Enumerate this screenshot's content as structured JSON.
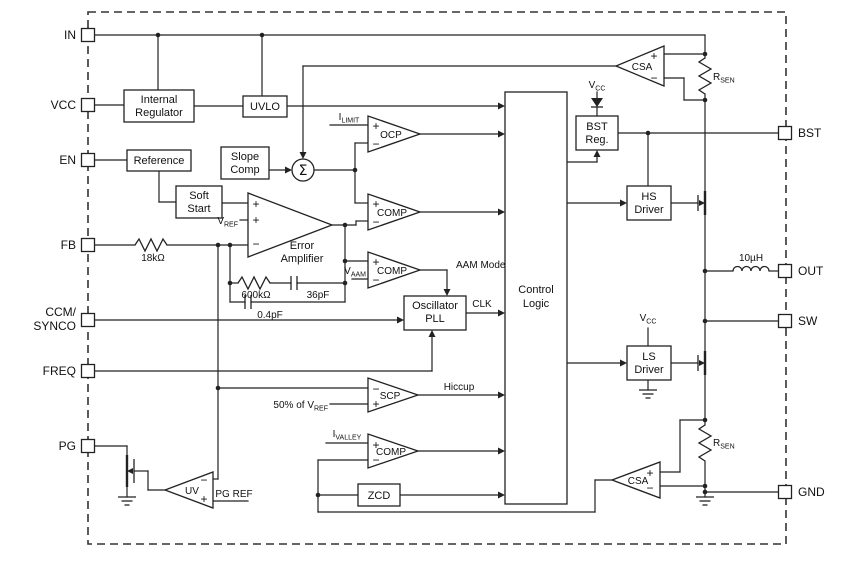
{
  "title": "DC-DC converter functional block diagram",
  "signs": {
    "plus": "+",
    "minus": "−"
  },
  "pins": {
    "left": [
      {
        "label": "IN"
      },
      {
        "label": "VCC"
      },
      {
        "label": "EN"
      },
      {
        "label": "FB"
      },
      {
        "label_line1": "CCM/",
        "label_line2": "SYNCO"
      },
      {
        "label": "FREQ"
      },
      {
        "label": "PG"
      }
    ],
    "right": [
      {
        "label": "BST"
      },
      {
        "label": "OUT"
      },
      {
        "label": "SW"
      },
      {
        "label": "GND"
      }
    ]
  },
  "blocks": {
    "internal_regulator": {
      "line1": "Internal",
      "line2": "Regulator"
    },
    "uvlo": {
      "label": "UVLO"
    },
    "reference": {
      "label": "Reference"
    },
    "slope_comp": {
      "line1": "Slope",
      "line2": "Comp"
    },
    "soft_start": {
      "line1": "Soft",
      "line2": "Start"
    },
    "error_amplifier": {
      "line1": "Error",
      "line2": "Amplifier"
    },
    "summing_node": {
      "label": "Σ"
    },
    "ocp": {
      "label": "OCP"
    },
    "comp_peak": {
      "label": "COMP"
    },
    "comp_aam": {
      "label": "COMP"
    },
    "comp_valley": {
      "label": "COMP"
    },
    "oscillator_pll": {
      "line1": "Oscillator",
      "line2": "PLL"
    },
    "control_logic": {
      "line1": "Control",
      "line2": "Logic"
    },
    "bst_reg": {
      "line1": "BST",
      "line2": "Reg."
    },
    "hs_driver": {
      "line1": "HS",
      "line2": "Driver"
    },
    "ls_driver": {
      "line1": "LS",
      "line2": "Driver"
    },
    "scp": {
      "label": "SCP"
    },
    "zcd": {
      "label": "ZCD"
    },
    "uv": {
      "label": "UV"
    },
    "csa_top": {
      "label": "CSA"
    },
    "csa_bottom": {
      "label": "CSA"
    }
  },
  "signals": {
    "i_limit": {
      "base": "I",
      "sub": "LIMIT"
    },
    "v_ref": {
      "base": "V",
      "sub": "REF"
    },
    "v_aam": {
      "base": "V",
      "sub": "AAM"
    },
    "i_valley": {
      "base": "I",
      "sub": "VALLEY"
    },
    "scp_threshold": {
      "base": "50% of V",
      "sub": "REF"
    },
    "aam_mode": "AAM Mode",
    "clk": "CLK",
    "hiccup": "Hiccup",
    "pg_ref": "PG REF",
    "vcc_bst": {
      "base": "V",
      "sub": "CC"
    },
    "vcc_ls": {
      "base": "V",
      "sub": "CC"
    }
  },
  "components": {
    "rsen_top": {
      "base": "R",
      "sub": "SEN"
    },
    "rsen_bottom": {
      "base": "R",
      "sub": "SEN"
    },
    "r_fb": "18kΩ",
    "r_comp": "600kΩ",
    "c_comp": "36pF",
    "c_hf": "0.4pF",
    "inductor": "10µH"
  }
}
